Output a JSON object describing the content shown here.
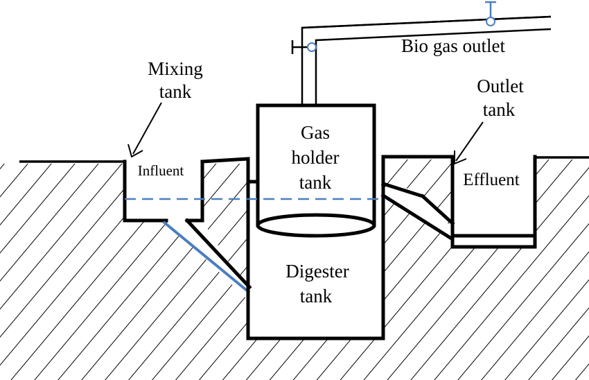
{
  "labels": {
    "mixing_tank_line1": "Mixing",
    "mixing_tank_line2": "tank",
    "outlet_tank_line1": "Outlet",
    "outlet_tank_line2": "tank",
    "influent": "Influent",
    "effluent": "Effluent",
    "gas_holder_line1": "Gas",
    "gas_holder_line2": "holder",
    "gas_holder_line3": "tank",
    "digester_line1": "Digester",
    "digester_line2": "tank",
    "bio_gas_outlet": "Bio gas outlet"
  },
  "colors": {
    "ink": "#000000",
    "slurry_level": "#4a7ebf",
    "background": "#ffffff"
  }
}
